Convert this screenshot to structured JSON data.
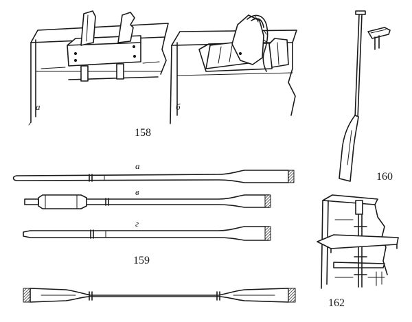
{
  "figures": {
    "fig158": {
      "number": "158",
      "part_a": "а",
      "part_b": "б"
    },
    "fig159": {
      "number": "159",
      "oar_a": "а",
      "oar_b": "в",
      "oar_c": "г"
    },
    "fig160": {
      "number": "160"
    },
    "fig162": {
      "number": "162"
    }
  }
}
